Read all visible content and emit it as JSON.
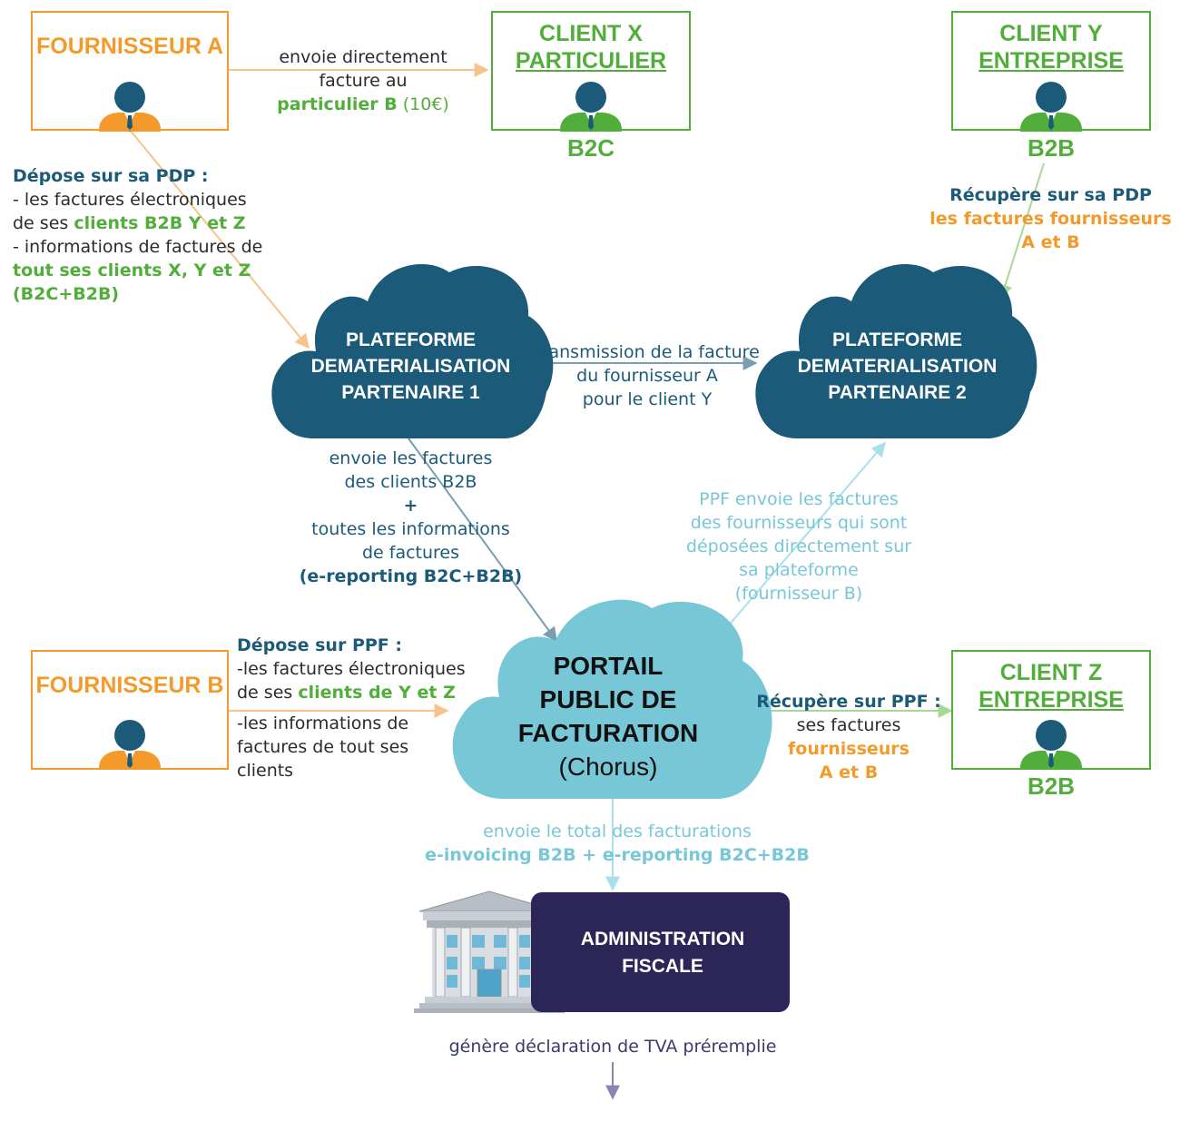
{
  "fournisseur_a": {
    "title": "FOURNISSEUR A"
  },
  "fournisseur_b": {
    "title": "FOURNISSEUR B"
  },
  "client_x": {
    "line1": "CLIENT X",
    "line2": "PARTICULIER",
    "tag": "B2C"
  },
  "client_y": {
    "line1": "CLIENT Y",
    "line2": "ENTREPRISE",
    "tag": "B2B"
  },
  "client_z": {
    "line1": "CLIENT Z",
    "line2": "ENTREPRISE",
    "tag": "B2B"
  },
  "pdp1": {
    "line1": "PLATEFORME",
    "line2": "DEMATERIALISATION",
    "line3": "PARTENAIRE 1"
  },
  "pdp2": {
    "line1": "PLATEFORME",
    "line2": "DEMATERIALISATION",
    "line3": "PARTENAIRE 2"
  },
  "ppf": {
    "line1": "PORTAIL",
    "line2": "PUBLIC DE",
    "line3": "FACTURATION",
    "line4": "(Chorus)"
  },
  "admin": {
    "line1": "ADMINISTRATION",
    "line2": "FISCALE"
  },
  "labels": {
    "a_to_x": {
      "l1": "envoie directement",
      "l2": "facture au",
      "l3_bold": "particulier B",
      "l3_rest": " (10€)"
    },
    "a_to_pdp": {
      "heading": "Dépose sur sa PDP :",
      "l1": "- les factures électroniques",
      "l2_pre": "de ses ",
      "l2_bold": "clients B2B Y et Z",
      "l3": "- informations de factures de",
      "l4": "tout ses clients  X, Y et Z",
      "l5": "(B2C+B2B)"
    },
    "y_from_pdp2": {
      "l1": "Récupère sur sa PDP",
      "l2": "les factures fournisseurs",
      "l3": "A et B"
    },
    "pdp1_to_pdp2": {
      "l1": "transmission de la facture",
      "l2": "du fournisseur A",
      "l3": "pour le client Y"
    },
    "pdp1_to_ppf": {
      "l1": "envoie les factures",
      "l2": "des clients B2B",
      "l3": "+",
      "l4": "toutes les informations",
      "l5": "de factures",
      "l6": "(e-reporting B2C+B2B)"
    },
    "ppf_to_pdp2": {
      "l1": "PPF envoie les factures",
      "l2": "des fournisseurs qui sont",
      "l3": "déposées directement sur",
      "l4": "sa plateforme",
      "l5": "(fournisseur B)"
    },
    "b_to_ppf": {
      "heading": "Dépose sur PPF :",
      "l1": "-les factures électroniques",
      "l2_pre": "de ses ",
      "l2_bold": "clients de Y et Z",
      "l3": "-les informations de",
      "l4": "factures de tout ses",
      "l5": "clients"
    },
    "z_from_ppf": {
      "heading": "Récupère sur PPF :",
      "l1": "ses factures",
      "l2": "fournisseurs",
      "l3": "A et B"
    },
    "ppf_to_admin": {
      "l1": "envoie le total des facturations",
      "l2": "e-invoicing B2B + e-reporting B2C+B2B"
    },
    "admin_out": {
      "l1": "génère déclaration de TVA préremplie"
    }
  },
  "colors": {
    "orange": "#F39A2B",
    "green": "#52AE3B",
    "dark_blue": "#1B5A78",
    "light_blue": "#77C7D7",
    "navy": "#2B2657"
  },
  "icons": [
    "person-icon",
    "cloud-icon",
    "building-icon",
    "arrow-icon"
  ]
}
